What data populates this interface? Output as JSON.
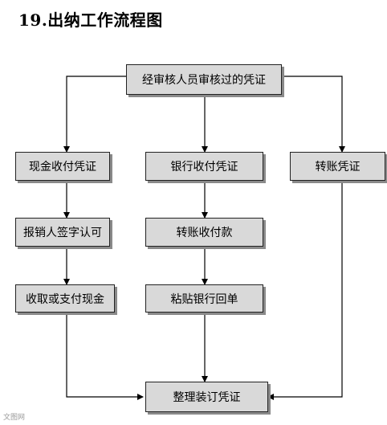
{
  "title": "19.出纳工作流程图",
  "nodes": {
    "top": "经审核人员审核过的凭证",
    "cash_receipt": "现金收付凭证",
    "bank_receipt": "银行收付凭证",
    "transfer": "转账凭证",
    "reimburse": "报销人签字认可",
    "transfer_pay": "转账收付款",
    "collect_cash": "收取或支付现金",
    "paste_bank": "粘贴银行回单",
    "organize": "整理装订凭证"
  },
  "watermark": "文图网"
}
